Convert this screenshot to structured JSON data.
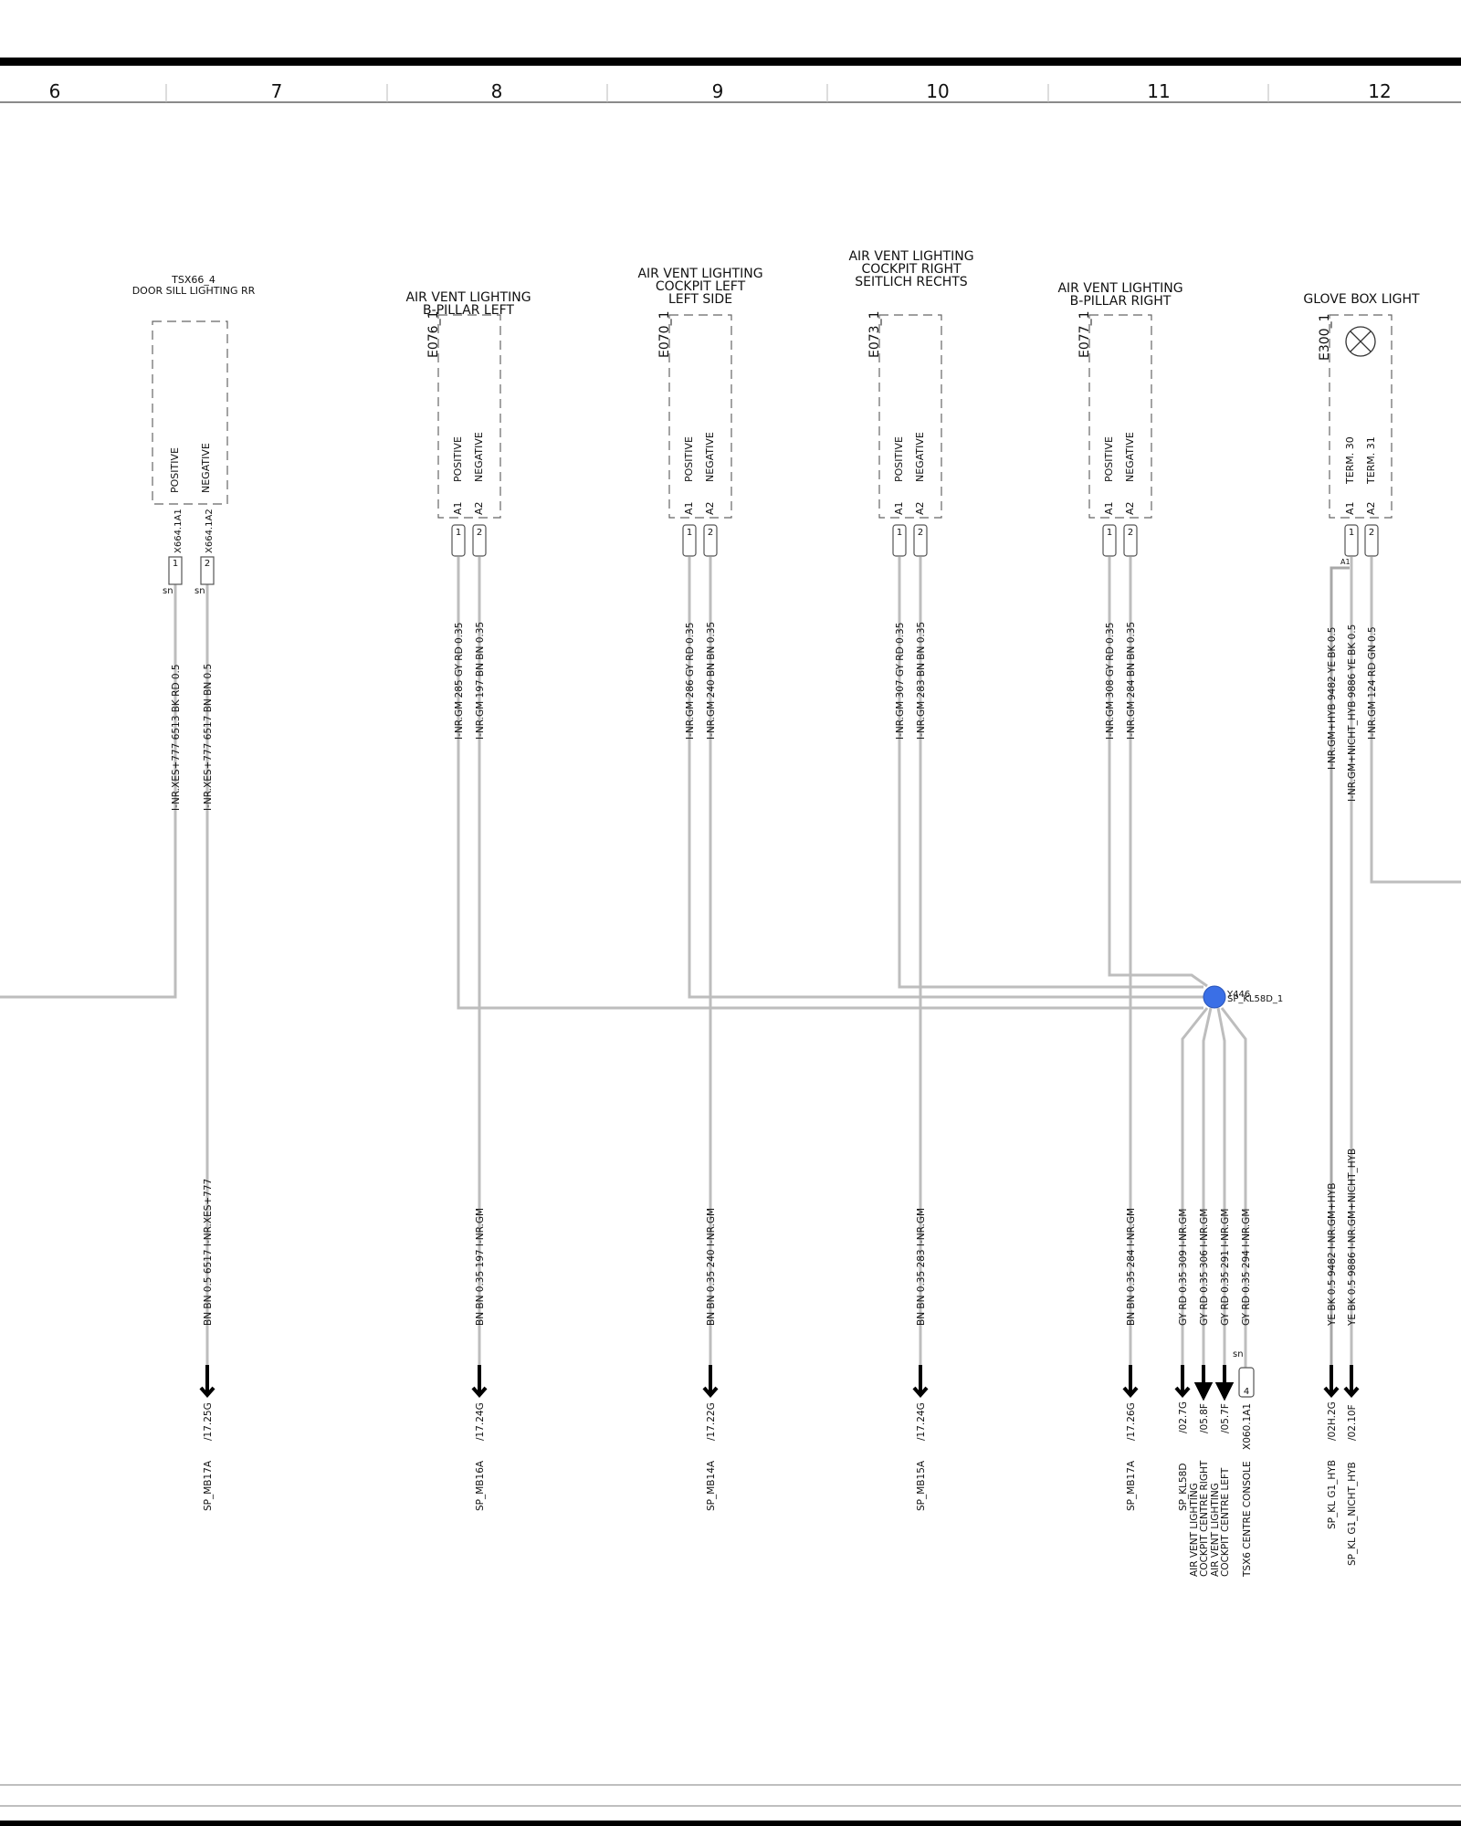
{
  "grid": {
    "columns": [
      {
        "label": "6"
      },
      {
        "label": "7"
      },
      {
        "label": "8"
      },
      {
        "label": "9"
      },
      {
        "label": "10"
      },
      {
        "label": "11"
      },
      {
        "label": "12"
      }
    ]
  },
  "components": [
    {
      "id": "tsx66",
      "title": [
        "TSX66_4",
        "DOOR SILL LIGHTING RR"
      ],
      "ref": "",
      "pins": [
        "POSITIVE",
        "NEGATIVE"
      ],
      "connector": [
        "X664.1A1",
        "X664.1A2"
      ],
      "pin_numbers": [
        "1",
        "2"
      ],
      "sn": [
        "sn",
        "sn"
      ]
    },
    {
      "id": "e076",
      "title": [
        "AIR VENT LIGHTING",
        "B-PILLAR LEFT"
      ],
      "ref": "E076_1",
      "pins": [
        "POSITIVE",
        "NEGATIVE"
      ],
      "pin_codes": [
        "A1",
        "A2"
      ],
      "pin_numbers": [
        "1",
        "2"
      ]
    },
    {
      "id": "e070",
      "title": [
        "AIR VENT LIGHTING",
        "COCKPIT LEFT",
        "LEFT SIDE"
      ],
      "ref": "E070_1",
      "pins": [
        "POSITIVE",
        "NEGATIVE"
      ],
      "pin_codes": [
        "A1",
        "A2"
      ],
      "pin_numbers": [
        "1",
        "2"
      ]
    },
    {
      "id": "e073",
      "title": [
        "AIR VENT LIGHTING",
        "COCKPIT RIGHT",
        "SEITLICH RECHTS"
      ],
      "ref": "E073_1",
      "pins": [
        "POSITIVE",
        "NEGATIVE"
      ],
      "pin_codes": [
        "A1",
        "A2"
      ],
      "pin_numbers": [
        "1",
        "2"
      ]
    },
    {
      "id": "e077",
      "title": [
        "AIR VENT LIGHTING",
        "B-PILLAR RIGHT"
      ],
      "ref": "E077_1",
      "pins": [
        "POSITIVE",
        "NEGATIVE"
      ],
      "pin_codes": [
        "A1",
        "A2"
      ],
      "pin_numbers": [
        "1",
        "2"
      ]
    },
    {
      "id": "e300",
      "title": [
        "GLOVE BOX LIGHT"
      ],
      "ref": "E300_1",
      "pins": [
        "TERM. 30",
        "TERM. 31"
      ],
      "pin_codes": [
        "A1",
        "A2"
      ],
      "pin_numbers": [
        "1",
        "2"
      ],
      "lamp_icon": "lamp-icon"
    }
  ],
  "wire_labels_top": [
    "I-NR.XES+777   6513   BK RD 0.5",
    "I-NR.XES+777   6517   BN BN 0.5",
    "I-NR.GM   285  GY RD 0.35",
    "I-NR.GM   197  BN BN 0.35",
    "I-NR.GM   286  GY RD 0.35",
    "I-NR.GM   240  BN BN 0.35",
    "I-NR.GM   307  GY RD 0.35",
    "I-NR.GM   283  BN BN 0.35",
    "I-NR.GM   308  GY RD 0.35",
    "I-NR.GM   284  BN BN 0.35",
    "I-NR.GM+HYB   9482   YE BK 0.5",
    "I-NR.GM+NICHT_HYB  9886   YE BK 0.5",
    "I-NR.GM   124   RD GN 0.5"
  ],
  "splice": {
    "id": "Y446",
    "name": "SP_KL58D_1",
    "color": "#3a6fe6"
  },
  "wire_labels_bottom": [
    "BN BN 0.5   6517   I-NR.XES+777",
    "BN BN 0.35  197   I-NR.GM",
    "BN BN 0.35  240   I-NR.GM",
    "BN BN 0.35  283   I-NR.GM",
    "BN BN 0.35  284   I-NR.GM",
    "GY RD 0.35  309   I-NR.GM",
    "GY RD 0.35  306   I-NR.GM",
    "GY RD 0.35  291   I-NR.GM",
    "GY RD 0.35  294   I-NR.GM",
    "YE BK 0.5    9482   I-NR.GM+HYB",
    "YE BK 0.5    9886   I-NR.GM+NICHT_HYB"
  ],
  "destinations": [
    {
      "ref": "/17.25G",
      "name": "SP_MB17A"
    },
    {
      "ref": "/17.24G",
      "name": "SP_MB16A"
    },
    {
      "ref": "/17.22G",
      "name": "SP_MB14A"
    },
    {
      "ref": "/17.24G",
      "name": "SP_MB15A"
    },
    {
      "ref": "/17.26G",
      "name": "SP_MB17A"
    },
    {
      "ref": "/02.7G",
      "name": "SP_KL58D"
    },
    {
      "ref": "/05.8F",
      "name": "AIR VENT LIGHTING",
      "name2": "COCKPIT CENTRE RIGHT"
    },
    {
      "ref": "/05.7F",
      "name": "AIR VENT LIGHTING",
      "name2": "COCKPIT CENTRE LEFT"
    },
    {
      "ref": "X060.1A1",
      "name": "TSX6 CENTRE CONSOLE"
    },
    {
      "ref": "/02H.2G",
      "name": "SP_KL G1_HYB"
    },
    {
      "ref": "/02.10F",
      "name": "SP_KL G1_NICHT_HYB"
    }
  ],
  "misc": {
    "a1_tag": "A1",
    "sn": "sn",
    "x060_pin": "4"
  }
}
